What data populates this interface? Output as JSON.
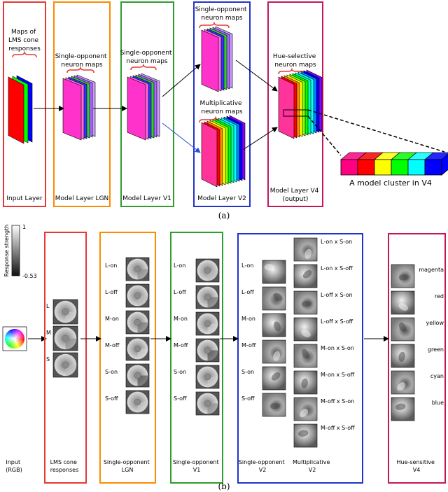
{
  "panel_a": {
    "caption": "(a)",
    "input_box": {
      "top": "Maps of LMS cone responses",
      "top_lines": [
        "Maps of",
        "LMS cone",
        "responses"
      ],
      "bottom": "Input Layer"
    },
    "lgn_box": {
      "top_lines": [
        "Single-opponent",
        "neuron maps"
      ],
      "bottom": "Model Layer LGN"
    },
    "v1_box": {
      "top_lines": [
        "Single-opponent",
        "neuron maps"
      ],
      "bottom": "Model Layer V1"
    },
    "v2_box": {
      "top_lines": [
        "Single-opponent",
        "neuron maps"
      ],
      "mid_lines": [
        "Multiplicative",
        "neuron maps"
      ],
      "bottom": "Model Layer V2"
    },
    "v4_box": {
      "top_lines": [
        "Hue-selective",
        "neuron maps"
      ],
      "bottom_lines": [
        "Model Layer V4",
        "(output)"
      ]
    },
    "cluster_label": "A model cluster in V4",
    "cluster_colors": [
      "#ff0080",
      "#ff0000",
      "#ffff00",
      "#00ff00",
      "#00ffff",
      "#0000ff"
    ]
  },
  "panel_b": {
    "caption": "(b)",
    "colorbar": {
      "label": "Response strength",
      "max": "1",
      "min": "-0.53"
    },
    "input_label_lines": [
      "Input",
      "(RGB)"
    ],
    "lms": {
      "rows": [
        "L",
        "M",
        "S"
      ],
      "bottom_lines": [
        "LMS cone",
        "responses"
      ]
    },
    "lgn": {
      "rows": [
        "L-on",
        "L-off",
        "M-on",
        "M-off",
        "S-on",
        "S-off"
      ],
      "bottom_lines": [
        "Single-opponent",
        "LGN"
      ]
    },
    "v1": {
      "rows": [
        "L-on",
        "L-off",
        "M-on",
        "M-off",
        "S-on",
        "S-off"
      ],
      "bottom_lines": [
        "Single-opponent",
        "V1"
      ]
    },
    "v2": {
      "single_rows": [
        "L-on",
        "L-off",
        "M-on",
        "M-off",
        "S-on",
        "S-off"
      ],
      "mult_rows": [
        "L-on x S-on",
        "L-on x S-off",
        "L-off x S-on",
        "L-off x S-off",
        "M-on x S-on",
        "M-on x S-off",
        "M-off x S-on",
        "M-off x S-off"
      ],
      "single_bottom_lines": [
        "Single-opponent",
        "V2"
      ],
      "mult_bottom_lines": [
        "Multiplicative",
        "V2"
      ]
    },
    "v4": {
      "rows": [
        "magenta",
        "red",
        "yellow",
        "green",
        "cyan",
        "blue"
      ],
      "bottom_lines": [
        "Hue-sensitive",
        "V4"
      ]
    }
  }
}
